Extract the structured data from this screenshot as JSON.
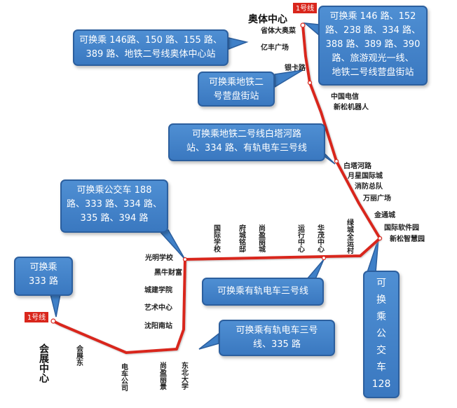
{
  "line": {
    "badge": "1号线",
    "color": "#d9261c"
  },
  "terminals": {
    "north": "奥体中心",
    "south": "会展中心"
  },
  "stations": {
    "s1": "省体大奥菜",
    "s2": "亿丰广场",
    "s3": "银卡路",
    "s4": "中国电信",
    "s5": "新松机器人",
    "s6": "白塔河路",
    "s7": "月星国际城",
    "s8": "消防总队",
    "s9": "万丽广场",
    "s10": "金通城",
    "s11": "国际软件园",
    "s12": "新松智慧园",
    "s13": "绿城全运村",
    "s14": "华茂中心",
    "s15": "运行中心",
    "s16": "尚盈丽城",
    "s17": "府城铭邸",
    "s18": "国际学校",
    "s19": "光明学校",
    "s20": "黑牛财富",
    "s21": "城建学院",
    "s22": "艺术中心",
    "s23": "沈阳南站",
    "s24": "东北大学",
    "s25": "尚盈丽景",
    "s26": "电车公司",
    "s27": "会展东"
  },
  "callouts": {
    "c1": {
      "lines": [
        "可换乘 146路、150 路、155 路、",
        "389 路、地铁二号线奥体中心站"
      ]
    },
    "c2": {
      "lines": [
        "可换乘 146 路、152",
        "路、238 路、334 路、",
        "388 路、389 路、390",
        "路、旅游观光一线、",
        "地铁二号线营盘街站"
      ]
    },
    "c3": {
      "lines": [
        "可换乘地铁二",
        "号营盘街站"
      ]
    },
    "c4": {
      "lines": [
        "可换乘地铁二号线白塔河路",
        "站、334 路、有轨电车三号线"
      ]
    },
    "c5": {
      "lines": [
        "可换乘公交车 188",
        "路、333 路、334 路、",
        "335 路、394 路"
      ]
    },
    "c6": {
      "lines": [
        "可换乘",
        "333 路"
      ]
    },
    "c7": {
      "lines": [
        "可换乘有轨电车三号线"
      ]
    },
    "c8": {
      "lines": [
        "可换乘有轨电车三号",
        "线、335 路"
      ]
    },
    "c9": {
      "lines": [
        "可",
        "换",
        "乘",
        "公",
        "交",
        "车",
        "128"
      ]
    }
  }
}
